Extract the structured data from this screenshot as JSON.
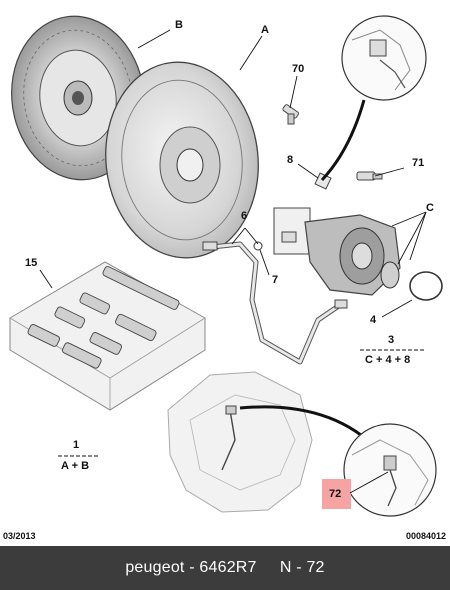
{
  "callouts": {
    "A": "A",
    "B": "B",
    "C": "C",
    "n70": "70",
    "n8": "8",
    "n71": "71",
    "n6": "6",
    "n7": "7",
    "n15": "15",
    "n4": "4",
    "n3": "3",
    "n1": "1",
    "n72": "72"
  },
  "formulas": {
    "kit3": "C + 4 + 8",
    "kit1": "A + B"
  },
  "footer": {
    "date": "03/2013",
    "ref": "00084012"
  },
  "caption": {
    "brand": "peugeot",
    "sep": " - ",
    "part_number": "6462R7",
    "gap": "     ",
    "position": "N - 72"
  },
  "colors": {
    "highlight": "#f6a3a3",
    "caption_bg": "#3c3c3c",
    "part_fill": "#e4e4e4",
    "part_stroke": "#444444"
  }
}
